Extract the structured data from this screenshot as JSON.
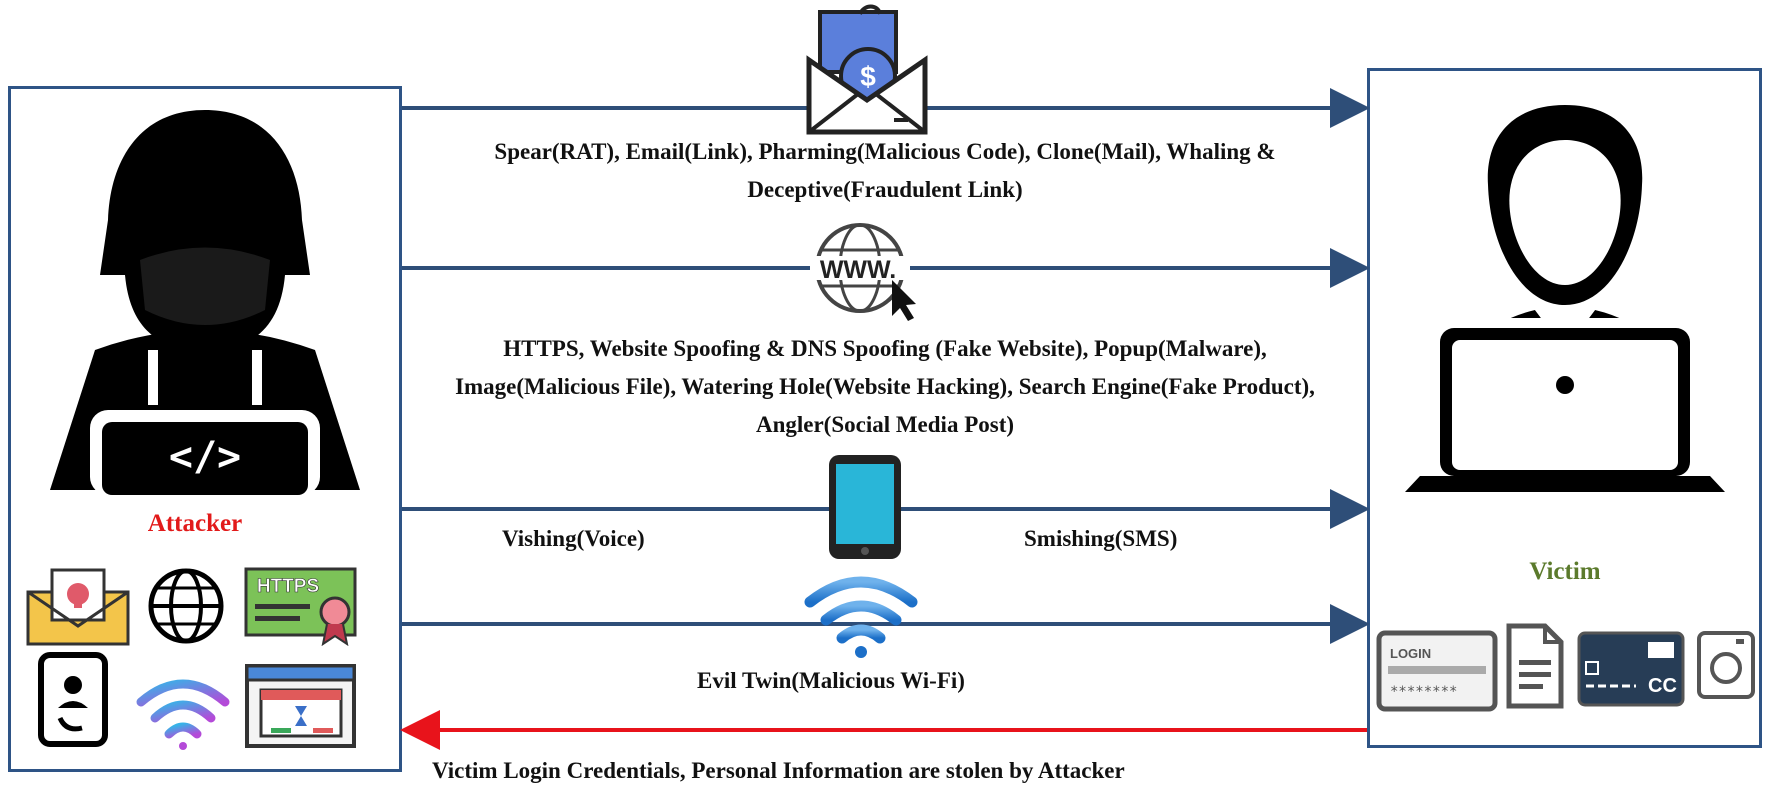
{
  "attacker": {
    "label": "Attacker"
  },
  "victim": {
    "label": "Victim"
  },
  "channels": {
    "email_text": "Spear(RAT), Email(Link), Pharming(Malicious Code), Clone(Mail), Whaling & Deceptive(Fraudulent Link)",
    "web_text": "HTTPS, Website Spoofing & DNS Spoofing (Fake Website), Popup(Malware), Image(Malicious File), Watering Hole(Website Hacking), Search Engine(Fake Product), Angler(Social Media Post)",
    "vishing_text": "Vishing(Voice)",
    "smishing_text": "Smishing(SMS)",
    "wifi_text": "Evil Twin(Malicious Wi-Fi)"
  },
  "result_text": "Victim Login Credentials, Personal Information are stolen by Attacker",
  "icon_text": {
    "web_icon": "WWW.",
    "https_badge": "HTTPS",
    "login_card": "LOGIN",
    "password_mask": "********",
    "credit_card": "CC"
  },
  "colors": {
    "arrow": "#2e4e78",
    "return_arrow": "#e8131b",
    "attacker_label": "#e21a1a",
    "victim_label": "#5b7a2c",
    "border": "#2e5486"
  }
}
